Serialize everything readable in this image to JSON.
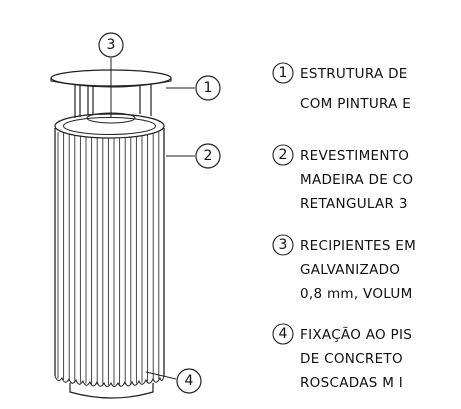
{
  "callouts": [
    {
      "number": "1",
      "lines": [
        "ESTRUTURA DE",
        "COM PINTURA E"
      ]
    },
    {
      "number": "2",
      "lines": [
        "REVESTIMENTO",
        "MADEIRA DE CO",
        "RETANGULAR 3"
      ]
    },
    {
      "number": "3",
      "lines": [
        "RECIPIENTES EM",
        "GALVANIZADO",
        "0,8 mm, VOLUM"
      ]
    },
    {
      "number": "4",
      "lines": [
        "FIXAÇÃO AO PIS",
        "DE CONCRETO",
        "ROSCADAS M I"
      ]
    }
  ],
  "diagram_markers": [
    {
      "number": "1"
    },
    {
      "number": "2"
    },
    {
      "number": "3"
    },
    {
      "number": "4"
    }
  ]
}
